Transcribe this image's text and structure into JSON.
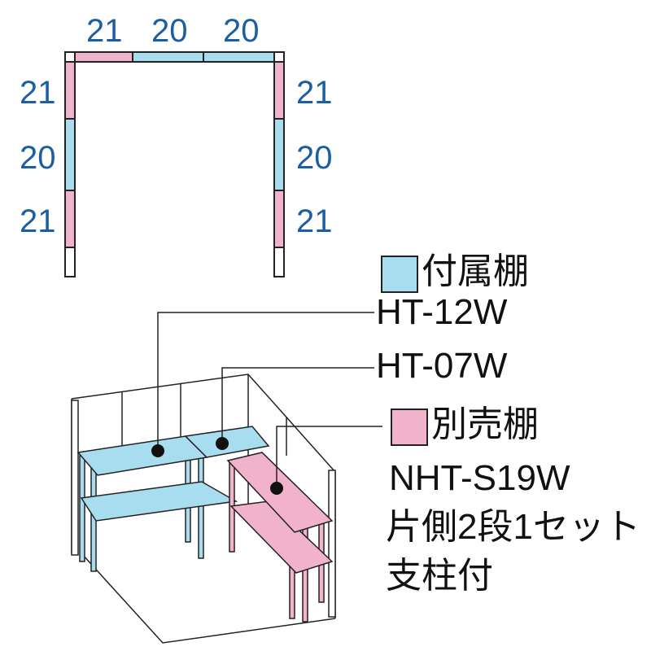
{
  "plan": {
    "top_widths": [
      "21",
      "20",
      "20"
    ],
    "left_depths": [
      "21",
      "20",
      "21"
    ],
    "right_depths": [
      "21",
      "20",
      "21"
    ]
  },
  "legend": {
    "attached": {
      "swatch_color": "#a8dcef",
      "label": "付属棚"
    },
    "separate": {
      "swatch_color": "#f1b3cc",
      "label": "別売棚"
    }
  },
  "models": {
    "attached_1": "HT-12W",
    "attached_2": "HT-07W",
    "separate_model": "NHT-S19W",
    "separate_desc_1": "片側2段1セット",
    "separate_desc_2": "支柱付"
  },
  "colors": {
    "blue_shelf": "#a8dcef",
    "pink_shelf": "#f1b3cc",
    "outline": "#222222",
    "dimension_text": "#1c5fa0"
  }
}
